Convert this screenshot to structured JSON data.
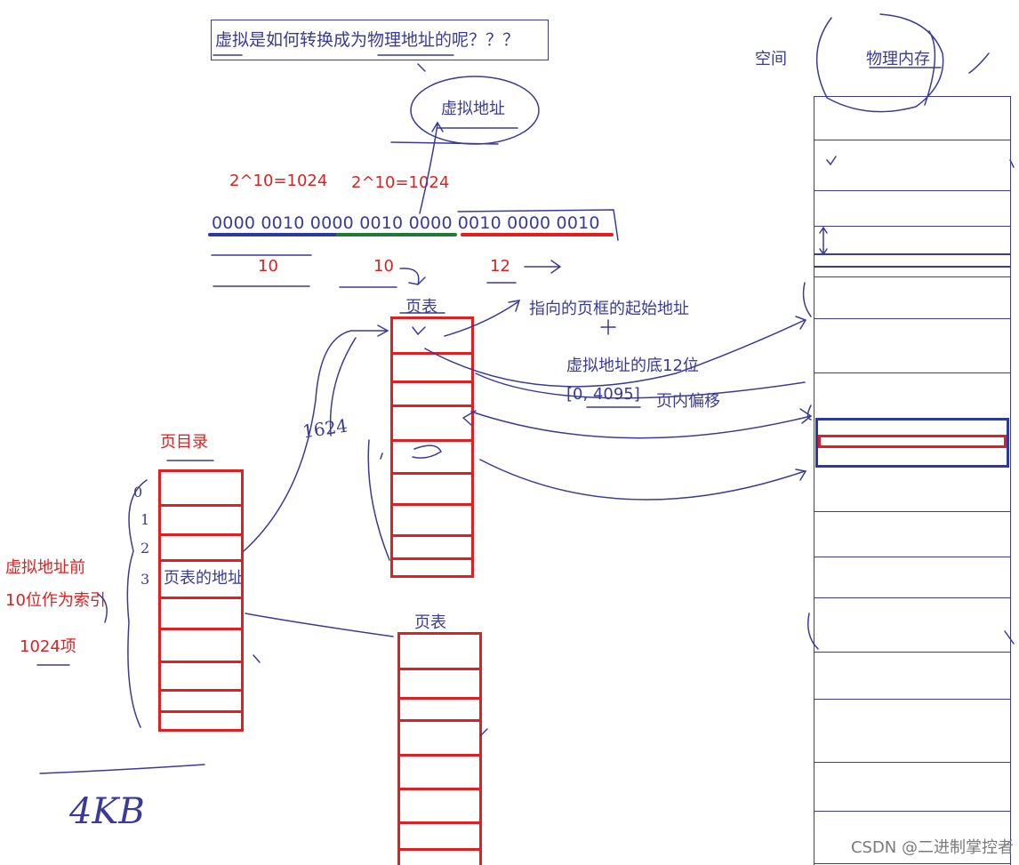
{
  "question": "虚拟是如何转换成为物理地址的呢？？？",
  "virtual_address_label": "虚拟地址",
  "pow_left": "2^10=1024",
  "pow_right": "2^10=1024",
  "bits": {
    "seg1": "0000 0010 00",
    "seg2": "00 0010 0000",
    "seg3": "0010 0000 0010"
  },
  "split": {
    "a": "10",
    "b": "10",
    "c": "12"
  },
  "space_label": "空间",
  "physical_memory_label": "物理内存",
  "page_table_label_top": "页表",
  "page_table_label_bottom": "页表",
  "page_directory_label": "页目录",
  "points_to_frame_start": "指向的页框的起始地址",
  "low12_label": "虚拟地址的底12位",
  "range_label": "[0, 4095]",
  "offset_label": "页内偏移",
  "page_table_address": "页表的地址",
  "index_note_line1": "虚拟地址前",
  "index_note_line2": "10位作为索引",
  "entries_label": "1024项",
  "count_1024": "1624",
  "size_4kb": "4KB",
  "idx": {
    "i0": "0",
    "i1": "1",
    "i2": "2",
    "i3": "3"
  },
  "watermark": "CSDN @二进制掌控者",
  "colors": {
    "red": "#e02020",
    "blue": "#3a3a9a",
    "green": "#1f7a3a",
    "navy": "#2a3aa0"
  }
}
